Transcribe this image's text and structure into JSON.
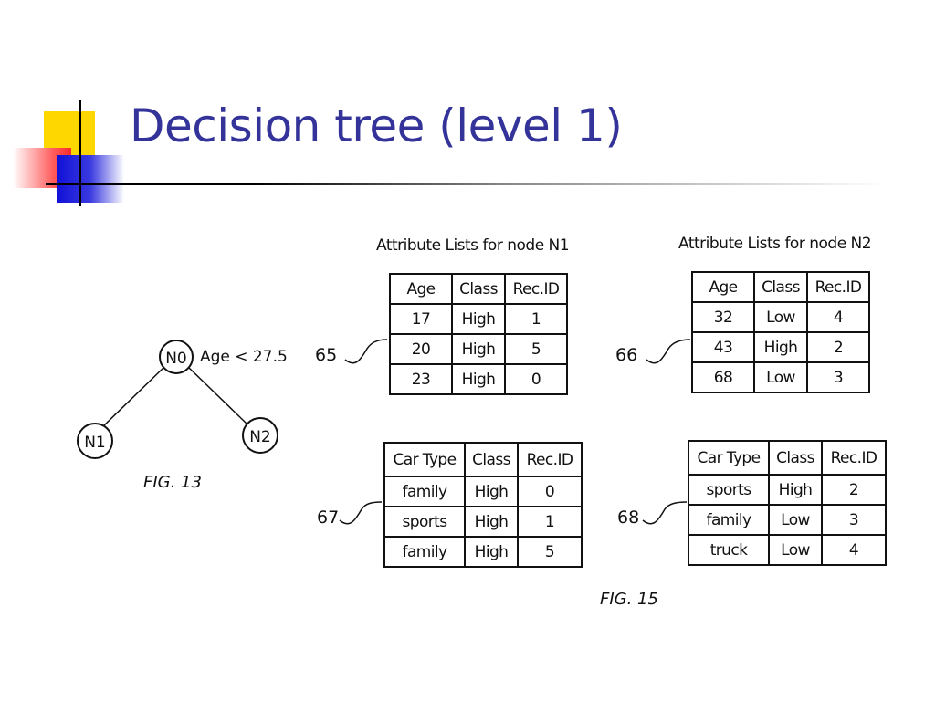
{
  "slide": {
    "title": "Decision tree (level 1)"
  },
  "fig13": {
    "caption": "FIG. 13",
    "root": {
      "label": "N0",
      "condition": "Age < 27.5"
    },
    "left_child": "N1",
    "right_child": "N2"
  },
  "fig15": {
    "caption": "FIG. 15",
    "node_n1": {
      "heading": "Attribute Lists for node N1",
      "age_list": {
        "ref": "65",
        "headers": [
          "Age",
          "Class",
          "Rec.ID"
        ],
        "rows": [
          [
            "17",
            "High",
            "1"
          ],
          [
            "20",
            "High",
            "5"
          ],
          [
            "23",
            "High",
            "0"
          ]
        ]
      },
      "car_list": {
        "ref": "67",
        "headers": [
          "Car Type",
          "Class",
          "Rec.ID"
        ],
        "rows": [
          [
            "family",
            "High",
            "0"
          ],
          [
            "sports",
            "High",
            "1"
          ],
          [
            "family",
            "High",
            "5"
          ]
        ]
      }
    },
    "node_n2": {
      "heading": "Attribute Lists for node N2",
      "age_list": {
        "ref": "66",
        "headers": [
          "Age",
          "Class",
          "Rec.ID"
        ],
        "rows": [
          [
            "32",
            "Low",
            "4"
          ],
          [
            "43",
            "High",
            "2"
          ],
          [
            "68",
            "Low",
            "3"
          ]
        ]
      },
      "car_list": {
        "ref": "68",
        "headers": [
          "Car Type",
          "Class",
          "Rec.ID"
        ],
        "rows": [
          [
            "sports",
            "High",
            "2"
          ],
          [
            "family",
            "Low",
            "3"
          ],
          [
            "truck",
            "Low",
            "4"
          ]
        ]
      }
    }
  },
  "colors": {
    "title": "#33339a",
    "deco_yellow": "#ffd700",
    "deco_red": "#ff2a2a",
    "deco_blue": "#1010d8"
  }
}
